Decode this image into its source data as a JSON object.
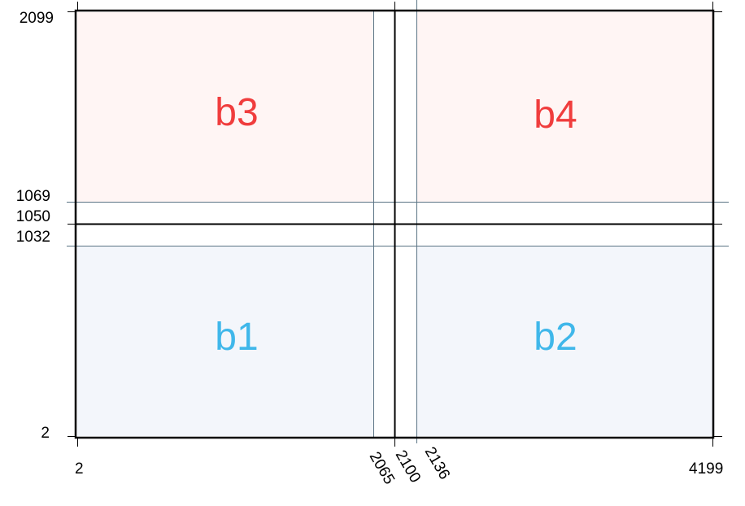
{
  "colors": {
    "upper_fill": "#fff5f4",
    "lower_fill": "#f3f6fb",
    "upper_label": "#f03d3d",
    "lower_label": "#3fb7ea",
    "fine_line": "#5a7384",
    "strong_line": "#000000"
  },
  "regions": {
    "b1": "b1",
    "b2": "b2",
    "b3": "b3",
    "b4": "b4"
  },
  "axis": {
    "x_ticks": [
      "2",
      "2065",
      "2100",
      "2136",
      "4199"
    ],
    "y_ticks": [
      "2099",
      "1069",
      "1050",
      "1032",
      "2"
    ]
  }
}
